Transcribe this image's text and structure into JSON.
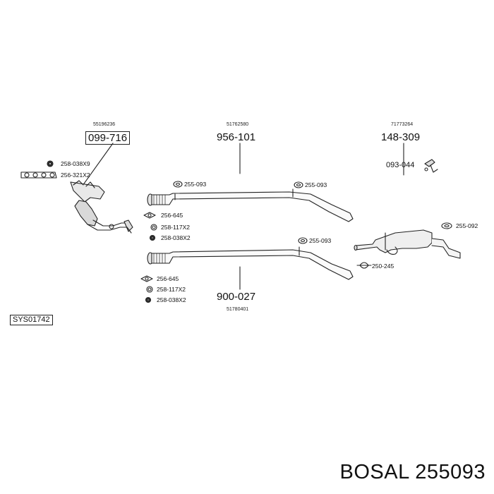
{
  "diagram": {
    "system_code": "SYS01742",
    "front_section": {
      "oem": "55196236",
      "part": "099-716",
      "hardware": [
        "258-038X9",
        "256-321X2",
        "256-645",
        "258-117X2",
        "258-038X2"
      ]
    },
    "middle_upper": {
      "oem": "51762580",
      "part": "956-101",
      "hardware": [
        "255-093",
        "255-093"
      ]
    },
    "middle_lower": {
      "oem": "51780401",
      "part": "900-027",
      "hardware": [
        "255-093",
        "256-645",
        "258-117X2",
        "258-038X2"
      ]
    },
    "rear_section": {
      "oem": "71773264",
      "part": "148-309",
      "bracket_part": "093-044",
      "hardware": [
        "255-092",
        "250-245"
      ]
    }
  },
  "footer": {
    "text": "BOSAL 255093"
  }
}
